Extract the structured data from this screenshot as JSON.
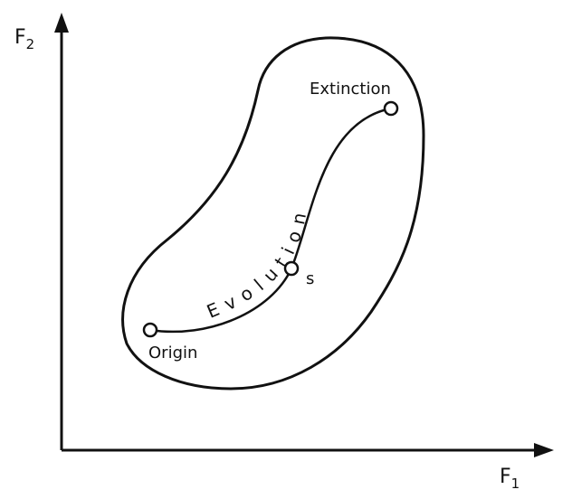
{
  "colors": {
    "ink": "#111111",
    "background": "#ffffff"
  },
  "axes": {
    "x_label_base": "F",
    "x_label_sub": "1",
    "y_label_base": "F",
    "y_label_sub": "2"
  },
  "points": {
    "origin": "Origin",
    "extinction": "Extinction",
    "s": "s"
  },
  "path_label": "Evolution"
}
